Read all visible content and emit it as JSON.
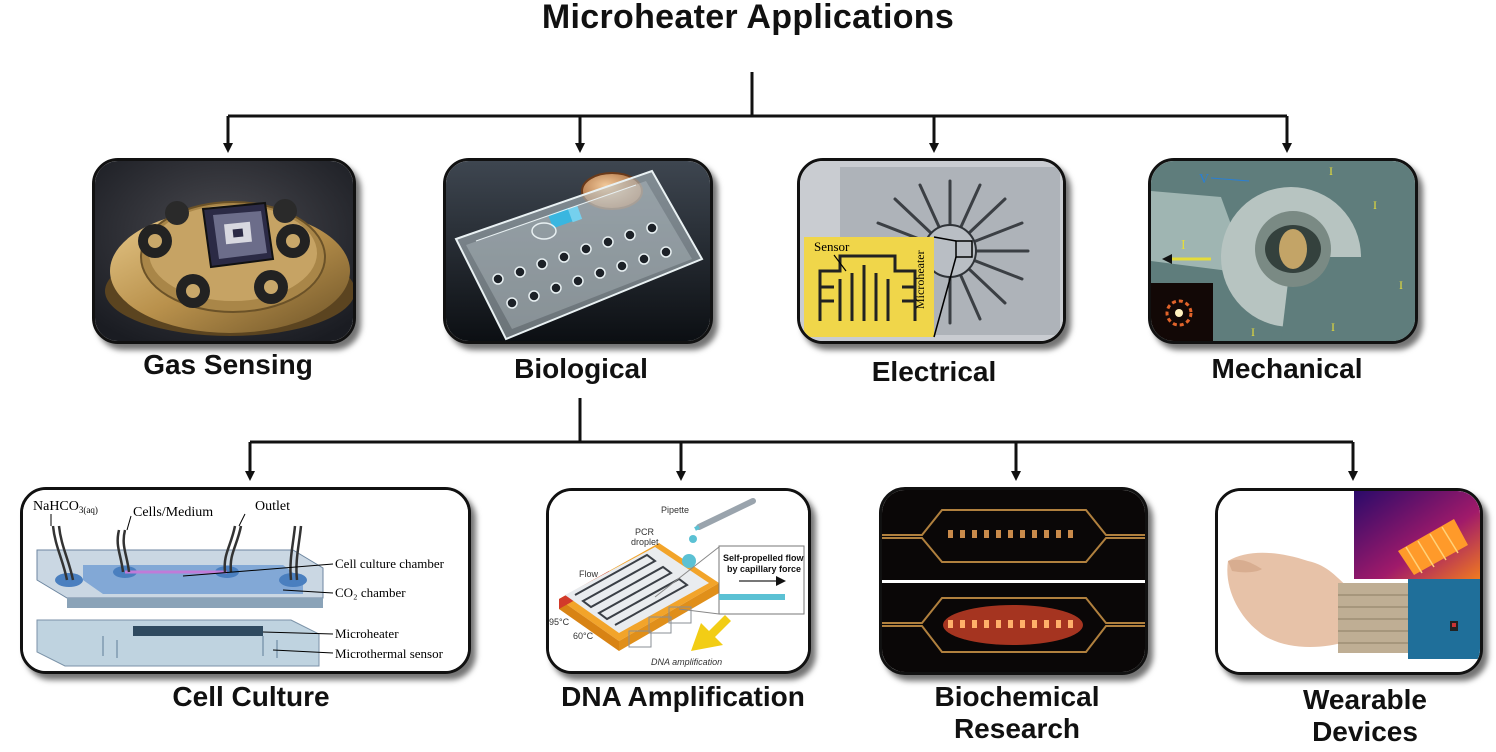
{
  "title": "Microheater Applications",
  "top_categories": [
    {
      "label": "Gas Sensing"
    },
    {
      "label": "Biological"
    },
    {
      "label": "Electrical"
    },
    {
      "label": "Mechanical"
    }
  ],
  "bio_subcategories": [
    {
      "label": "Cell Culture"
    },
    {
      "label": "DNA Amplification"
    },
    {
      "label_line1": "Biochemical",
      "label_line2": "Research"
    },
    {
      "label_line1": "Wearable",
      "label_line2": "Devices"
    }
  ],
  "electrical_image": {
    "sensor": "Sensor",
    "microheater": "Microheater"
  },
  "mechanical_image": {
    "v": "V",
    "i": "I"
  },
  "cell_culture_image": {
    "inlet": "NaHCO",
    "inlet_sub": "3(aq)",
    "cells": "Cells/Medium",
    "outlet": "Outlet",
    "chamber": "Cell culture chamber",
    "co2": "CO₂ chamber",
    "microheater": "Microheater",
    "sensor": "Microthermal sensor"
  },
  "dna_image": {
    "pipette": "Pipette",
    "pcr": "PCR",
    "droplet": "droplet",
    "flow": "Flow",
    "self_line1": "Self-propelled flow",
    "self_line2": "by capillary force",
    "t95": "95°C",
    "t60": "60°C",
    "dna_amp": "DNA amplification"
  }
}
